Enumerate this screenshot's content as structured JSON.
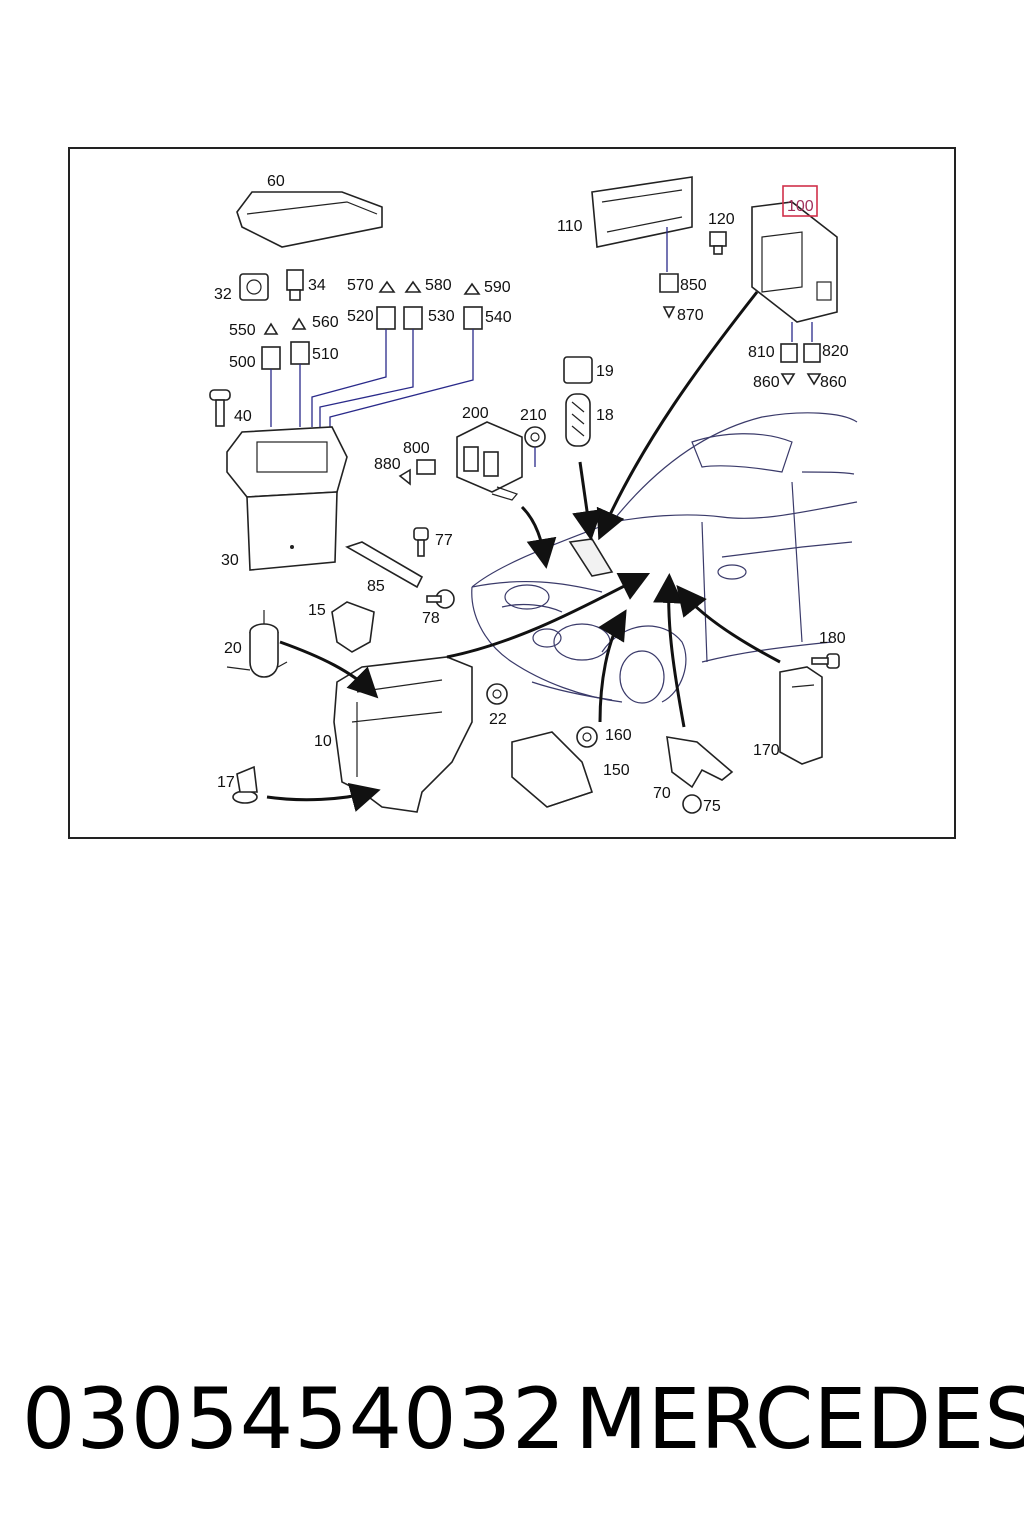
{
  "labels": {
    "l60": "60",
    "l110": "110",
    "l120": "120",
    "l100": "100",
    "l32": "32",
    "l34": "34",
    "l570": "570",
    "l580": "580",
    "l590": "590",
    "l550": "550",
    "l560": "560",
    "l520": "520",
    "l530": "530",
    "l540": "540",
    "l500": "500",
    "l510": "510",
    "l850": "850",
    "l870": "870",
    "l810": "810",
    "l820": "820",
    "l860a": "860",
    "l860b": "860",
    "l19": "19",
    "l18": "18",
    "l40": "40",
    "l200": "200",
    "l210": "210",
    "l800": "800",
    "l880": "880",
    "l30": "30",
    "l77": "77",
    "l85": "85",
    "l78": "78",
    "l15": "15",
    "l20": "20",
    "l22": "22",
    "l10": "10",
    "l160": "160",
    "l150": "150",
    "l180": "180",
    "l170": "170",
    "l17": "17",
    "l70": "70",
    "l75": "75"
  },
  "highlight": {
    "part": "100",
    "color": "#d0304a"
  },
  "footer": {
    "part_number": "0305454032",
    "brand": "MERCEDES"
  }
}
